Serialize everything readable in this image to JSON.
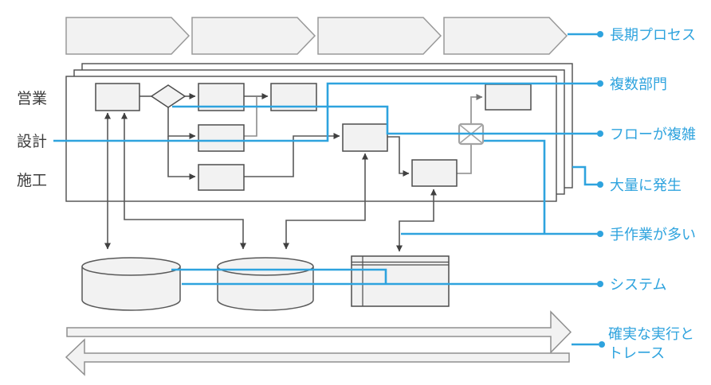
{
  "lanes": [
    {
      "label": "営業"
    },
    {
      "label": "設計"
    },
    {
      "label": "施工"
    }
  ],
  "callouts": [
    {
      "label": "長期プロセス"
    },
    {
      "label": "複数部門"
    },
    {
      "label": "フローが複雑"
    },
    {
      "label": "大量に発生"
    },
    {
      "label": "手作業が多い"
    },
    {
      "label": "システム"
    },
    {
      "label_line1": "確実な実行と",
      "label_line2": "トレース"
    }
  ],
  "icons": [
    {
      "name": "email-icon"
    },
    {
      "name": "database-cylinder"
    },
    {
      "name": "decision-diamond"
    }
  ],
  "colors": {
    "accent_blue": "#2ea3de",
    "shape_fill": "#f2f2f2",
    "shape_border": "#4d4d4d",
    "connector_dark": "#595959",
    "connector_gray": "#999999"
  }
}
